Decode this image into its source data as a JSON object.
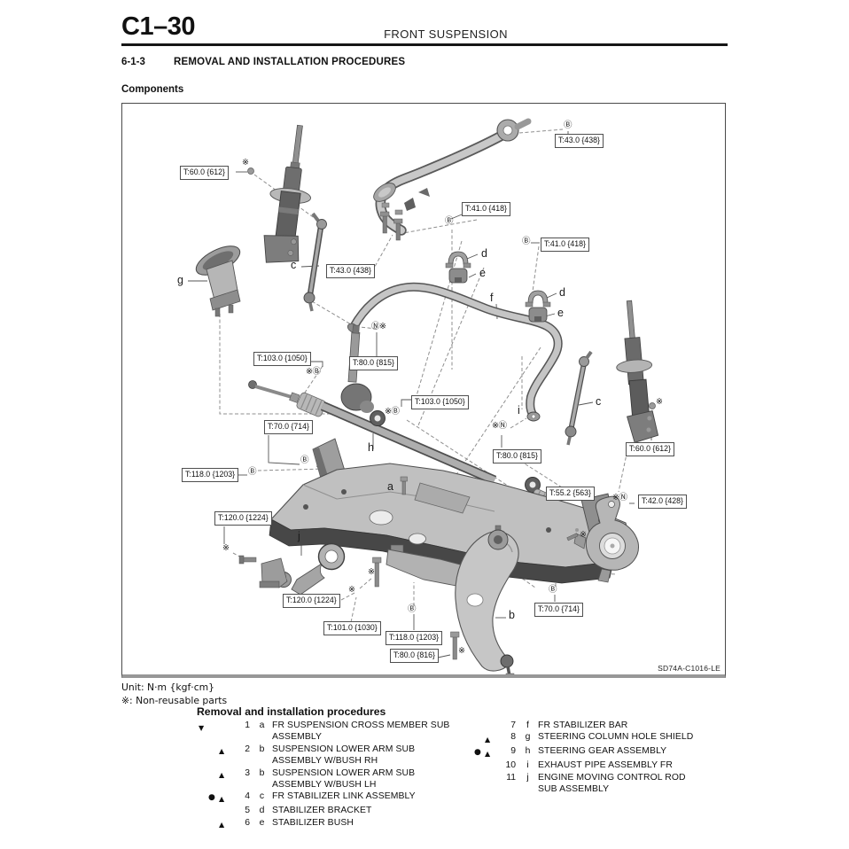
{
  "page": {
    "page_code": "C1–30",
    "header_title": "FRONT SUSPENSION",
    "section_number": "6-1-3",
    "section_title": "REMOVAL AND INSTALLATION PROCEDURES",
    "components_heading": "Components",
    "figure_code": "SD74A-C1016-LE",
    "unit_note": "Unit: N·m {kgf·cm}",
    "nonreusable_note": "※: Non-reusable parts"
  },
  "diagram": {
    "torque_labels": [
      "T:60.0 {612}",
      "T:43.0 {438}",
      "T:41.0 {418}",
      "T:41.0 {418}",
      "T:43.0 {438}",
      "T:103.0 {1050}",
      "T:80.0 {815}",
      "T:103.0 {1050}",
      "T:70.0 {714}",
      "T:80.0 {815}",
      "T:60.0 {612}",
      "T:118.0 {1203}",
      "T:55.2 {563}",
      "T:42.0 {428}",
      "T:120.0 {1224}",
      "T:120.0 {1224}",
      "T:101.0 {1030}",
      "T:70.0 {714}",
      "T:118.0 {1203}",
      "T:80.0 {816}"
    ],
    "symbols": [
      "※",
      "Ⓑ",
      "Ⓑ",
      "Ⓑ",
      "Ⓝ※",
      "※Ⓑ",
      "※Ⓑ",
      "Ⓑ",
      "Ⓑ",
      "※Ⓝ",
      "※",
      "※Ⓝ",
      "※",
      "※",
      "※",
      "※",
      "Ⓑ",
      "Ⓑ",
      "※"
    ],
    "letters": [
      "c",
      "g",
      "d",
      "e",
      "f",
      "d",
      "e",
      "h",
      "a",
      "c",
      "i",
      "j",
      "b"
    ]
  },
  "procedures": {
    "title": "Removal and installation procedures",
    "items": [
      {
        "seq": "▼",
        "bullet": "",
        "inst": "",
        "num": "1",
        "key": "a",
        "name": "FR SUSPENSION CROSS MEMBER SUB\nASSEMBLY"
      },
      {
        "seq": "",
        "bullet": "",
        "inst": "▲",
        "num": "2",
        "key": "b",
        "name": "SUSPENSION LOWER ARM SUB\nASSEMBLY W/BUSH RH"
      },
      {
        "seq": "",
        "bullet": "",
        "inst": "▲",
        "num": "3",
        "key": "b",
        "name": "SUSPENSION LOWER ARM SUB\nASSEMBLY W/BUSH LH"
      },
      {
        "seq": "",
        "bullet": "●",
        "inst": "▲",
        "num": "4",
        "key": "c",
        "name": "FR STABILIZER LINK ASSEMBLY"
      },
      {
        "seq": "",
        "bullet": "",
        "inst": "",
        "num": "5",
        "key": "d",
        "name": "STABILIZER BRACKET"
      },
      {
        "seq": "",
        "bullet": "",
        "inst": "▲",
        "num": "6",
        "key": "e",
        "name": "STABILIZER BUSH"
      },
      {
        "seq": "",
        "bullet": "",
        "inst": "",
        "num": "7",
        "key": "f",
        "name": "FR STABILIZER BAR"
      },
      {
        "seq": "",
        "bullet": "",
        "inst": "▲",
        "num": "8",
        "key": "g",
        "name": "STEERING COLUMN HOLE SHIELD"
      },
      {
        "seq": "",
        "bullet": "●",
        "inst": "▲",
        "num": "9",
        "key": "h",
        "name": "STEERING GEAR ASSEMBLY"
      },
      {
        "seq": "",
        "bullet": "",
        "inst": "",
        "num": "10",
        "key": "i",
        "name": "EXHAUST PIPE ASSEMBLY FR"
      },
      {
        "seq": "",
        "bullet": "",
        "inst": "",
        "num": "11",
        "key": "j",
        "name": "ENGINE MOVING CONTROL ROD\nSUB ASSEMBLY"
      }
    ]
  }
}
